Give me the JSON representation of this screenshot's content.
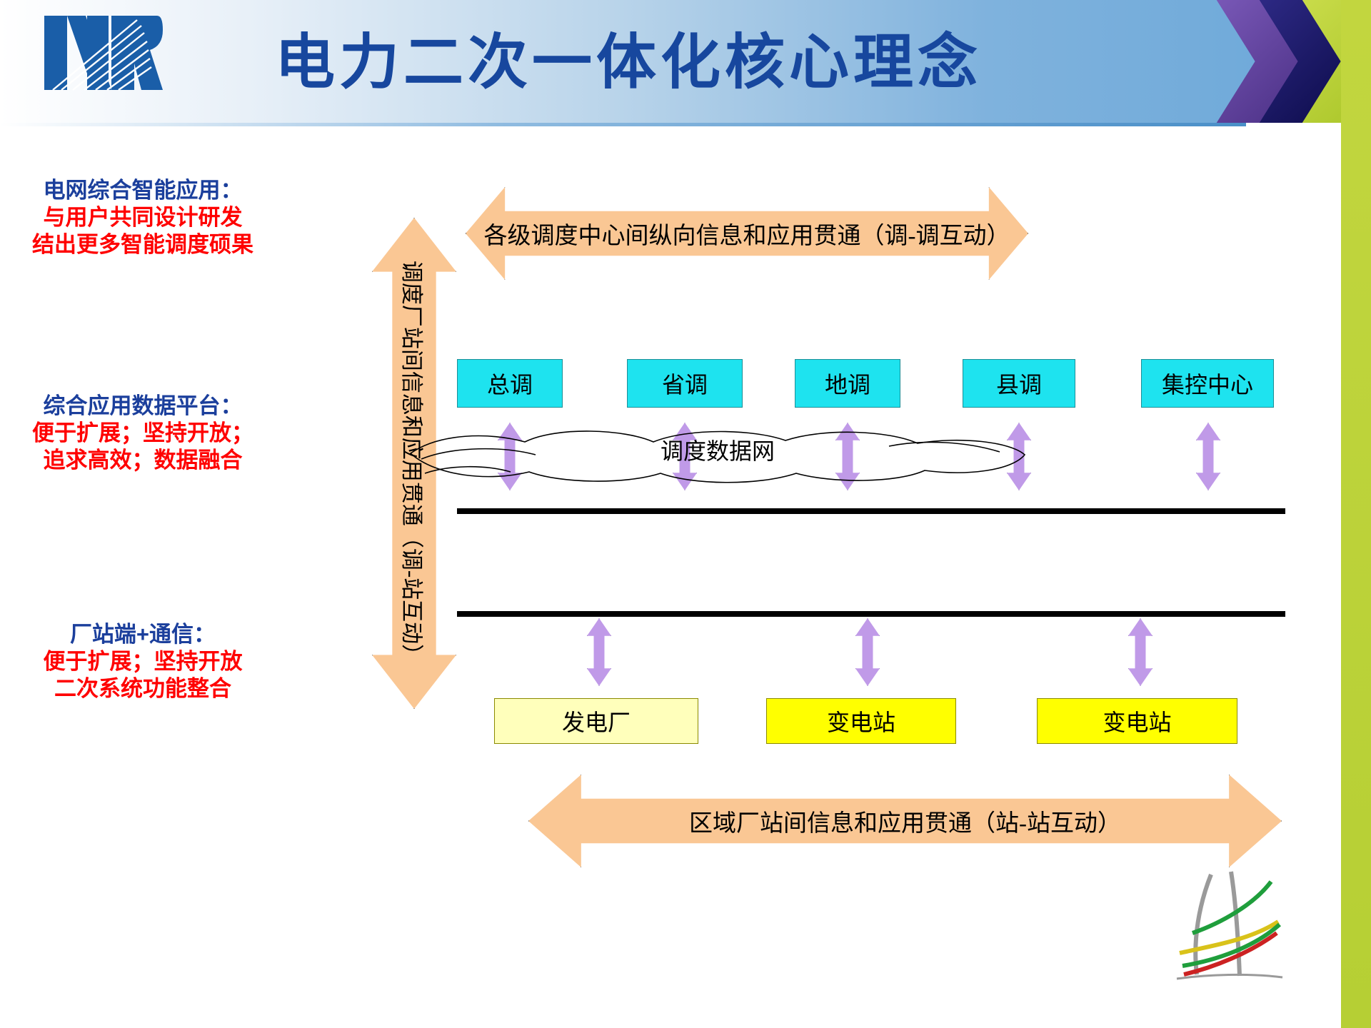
{
  "header": {
    "title": "电力二次一体化核心理念",
    "logo_name": "nr-logo",
    "title_color": "#17479e",
    "chevrons": [
      "purple",
      "navy",
      "green"
    ]
  },
  "side_blocks": [
    {
      "heading": "电网综合智能应用：",
      "lines": [
        "与用户共同设计研发",
        "结出更多智能调度硕果"
      ]
    },
    {
      "heading": "综合应用数据平台：",
      "lines": [
        "便于扩展；坚持开放；",
        "追求高效；数据融合"
      ]
    },
    {
      "heading": "厂站端+通信：",
      "lines": [
        "便于扩展；坚持开放",
        "二次系统功能整合"
      ]
    }
  ],
  "diagram": {
    "vertical_arrow_label": "调度厂站间信息和应用贯通（调-站互动）",
    "top_arrow_label": "各级调度中心间纵向信息和应用贯通（调-调互动）",
    "bottom_arrow_label": "区域厂站间信息和应用贯通（站-站互动）",
    "dispatch_centers": [
      "总调",
      "省调",
      "地调",
      "县调",
      "集控中心"
    ],
    "network_label": "调度数据网",
    "stations": [
      "发电厂",
      "变电站",
      "变电站"
    ],
    "colors": {
      "arrow_fill": "#fac794",
      "cyan_box": "#1ee3ef",
      "yellow_box": "#ffff00",
      "pale_yellow_box": "#ffffbb",
      "purple_arrow": "#c09ae8",
      "heading_blue": "#1b3f9c",
      "body_red": "#ff0000"
    }
  }
}
